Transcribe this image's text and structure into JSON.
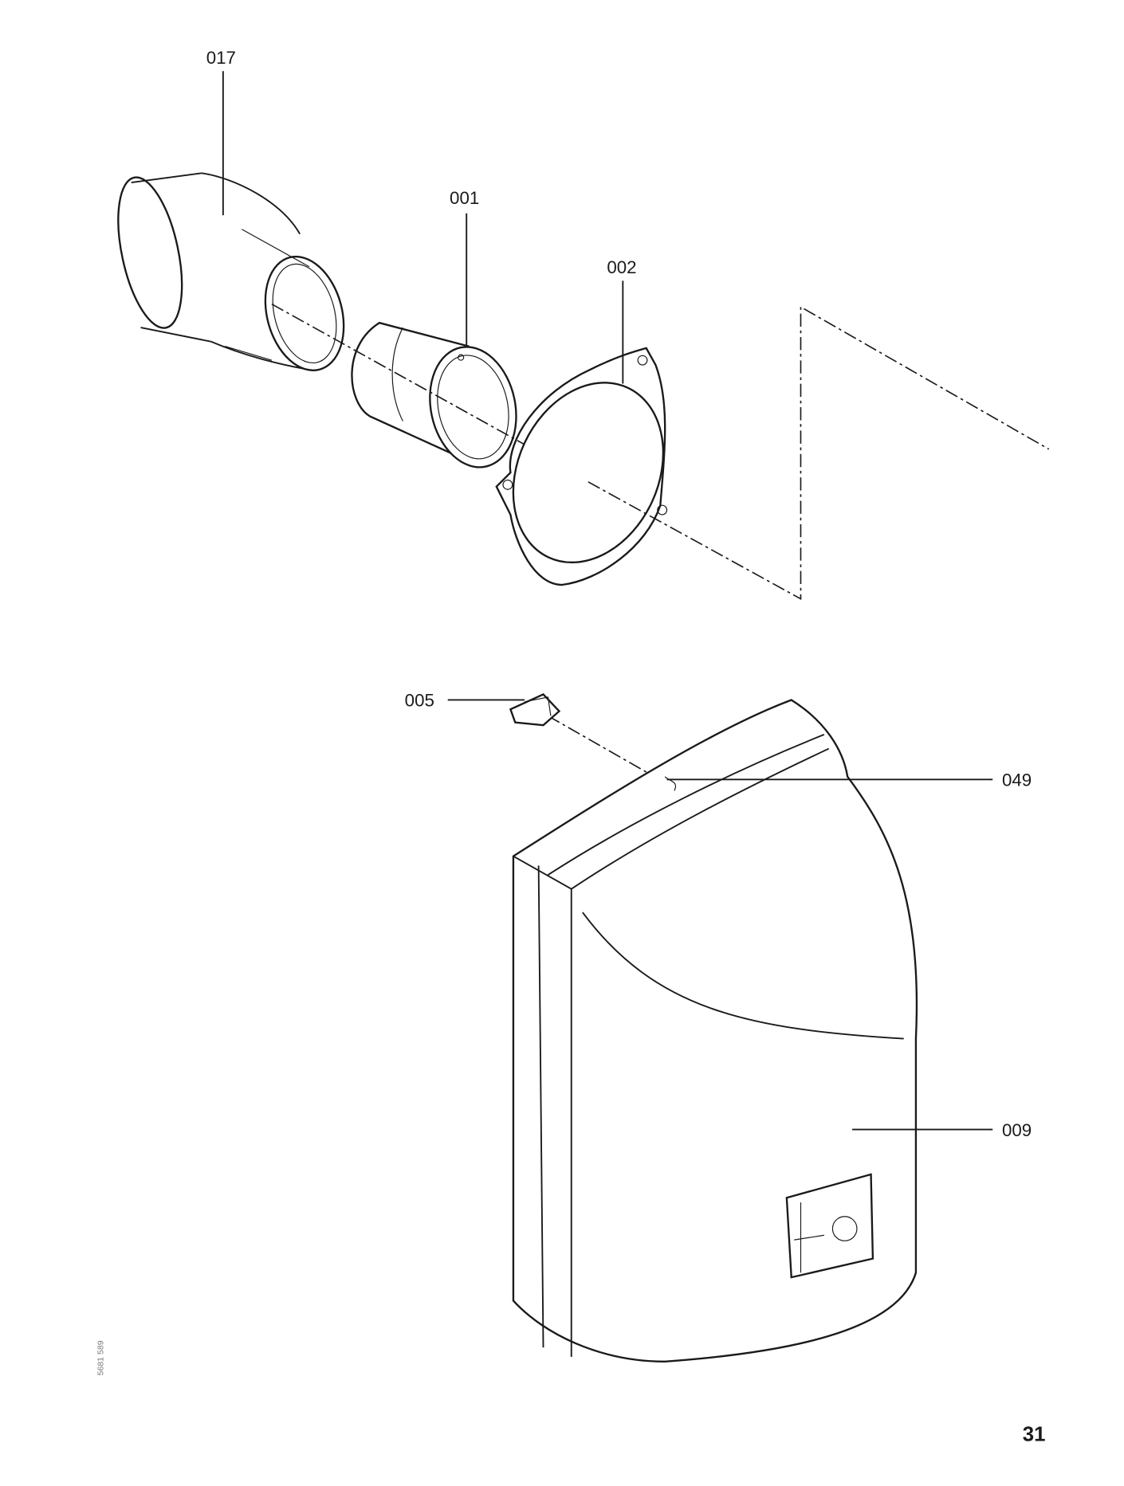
{
  "parts": {
    "p017": "017",
    "p001": "001",
    "p002": "002",
    "p005": "005",
    "p049": "049",
    "p009": "009"
  },
  "page_number": "31",
  "drawing_code": "5681 589"
}
